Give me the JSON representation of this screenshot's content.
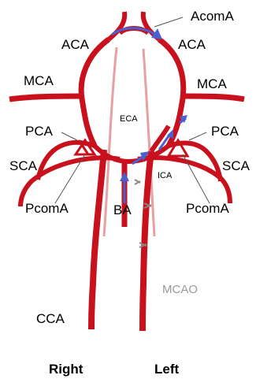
{
  "labels": {
    "acoma": "AcomA",
    "aca_right": "ACA",
    "aca_left": "ACA",
    "mca_right": "MCA",
    "mca_left": "MCA",
    "pca_right": "PCA",
    "pca_left": "PCA",
    "sca_right": "SCA",
    "sca_left": "SCA",
    "pcoma_right": "PcomA",
    "pcoma_left": "PcomA",
    "eca": "ECA",
    "ica": "ICA",
    "ba": "BA",
    "mcao": "MCAO",
    "cca": "CCA"
  },
  "sides": {
    "right": "Right",
    "left": "Left"
  },
  "colors": {
    "artery": "#c8111d",
    "artery_pale": "#e8a0a0",
    "flow_arrow": "#4a5fd0",
    "mcao_text": "#9a9a9a"
  }
}
